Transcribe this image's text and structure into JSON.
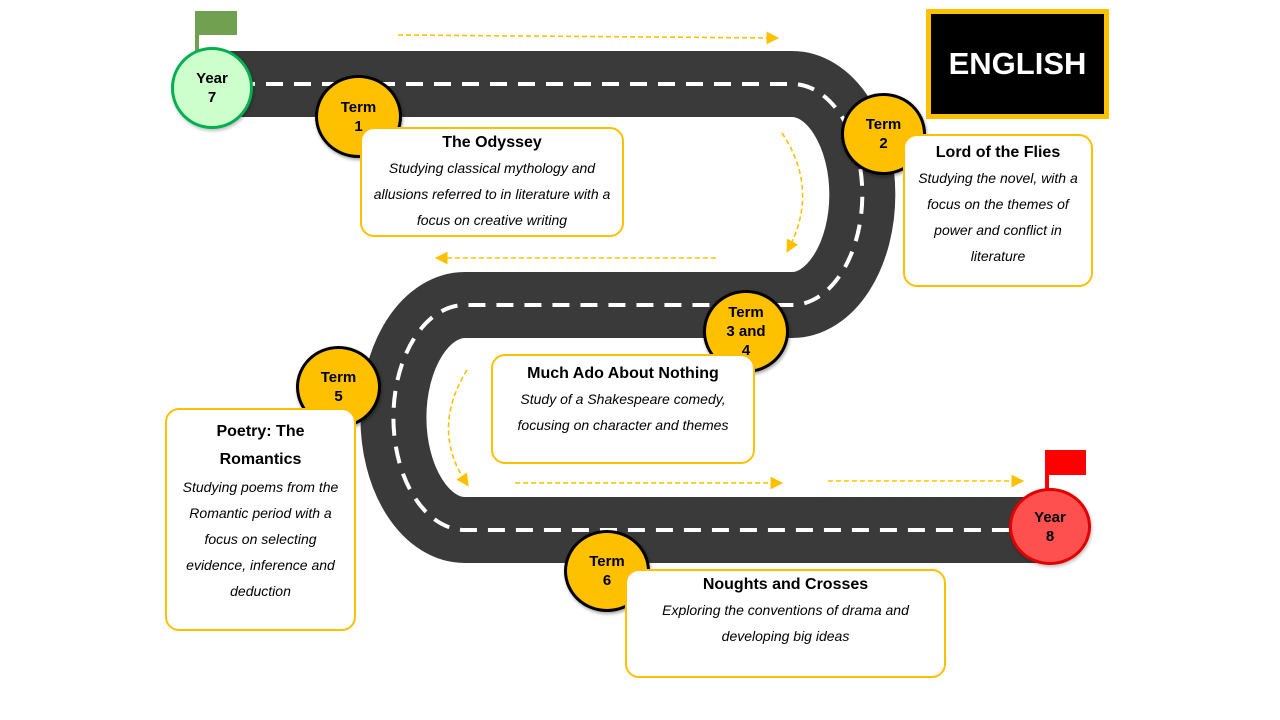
{
  "subject": "ENGLISH",
  "start": {
    "line1": "Year",
    "line2": "7"
  },
  "end": {
    "line1": "Year",
    "line2": "8"
  },
  "terms": [
    {
      "label": "Term\n1",
      "title": "The Odyssey",
      "desc": "Studying classical mythology and allusions referred to in literature with a focus on creative writing"
    },
    {
      "label": "Term\n2",
      "title": "Lord of the Flies",
      "desc": "Studying the novel, with a focus on the themes of power and conflict in literature"
    },
    {
      "label": "Term\n3 and\n4",
      "title": "Much Ado About Nothing",
      "desc": "Study of a Shakespeare comedy, focusing on character and themes"
    },
    {
      "label": "Term\n5",
      "title": "Poetry: The Romantics",
      "desc": "Studying poems from the Romantic period with a focus on selecting evidence, inference and deduction"
    },
    {
      "label": "Term\n6",
      "title": "Noughts and Crosses",
      "desc": "Exploring the conventions of drama and developing big ideas"
    }
  ],
  "colors": {
    "road": "#3a3a3a",
    "term_fill": "#ffc000",
    "start_fill": "#ccffcc",
    "start_border": "#00b050",
    "end_fill": "#ff5050",
    "flag_start": "#70a050",
    "flag_end": "#ff0000",
    "arrow": "#ffc000"
  }
}
